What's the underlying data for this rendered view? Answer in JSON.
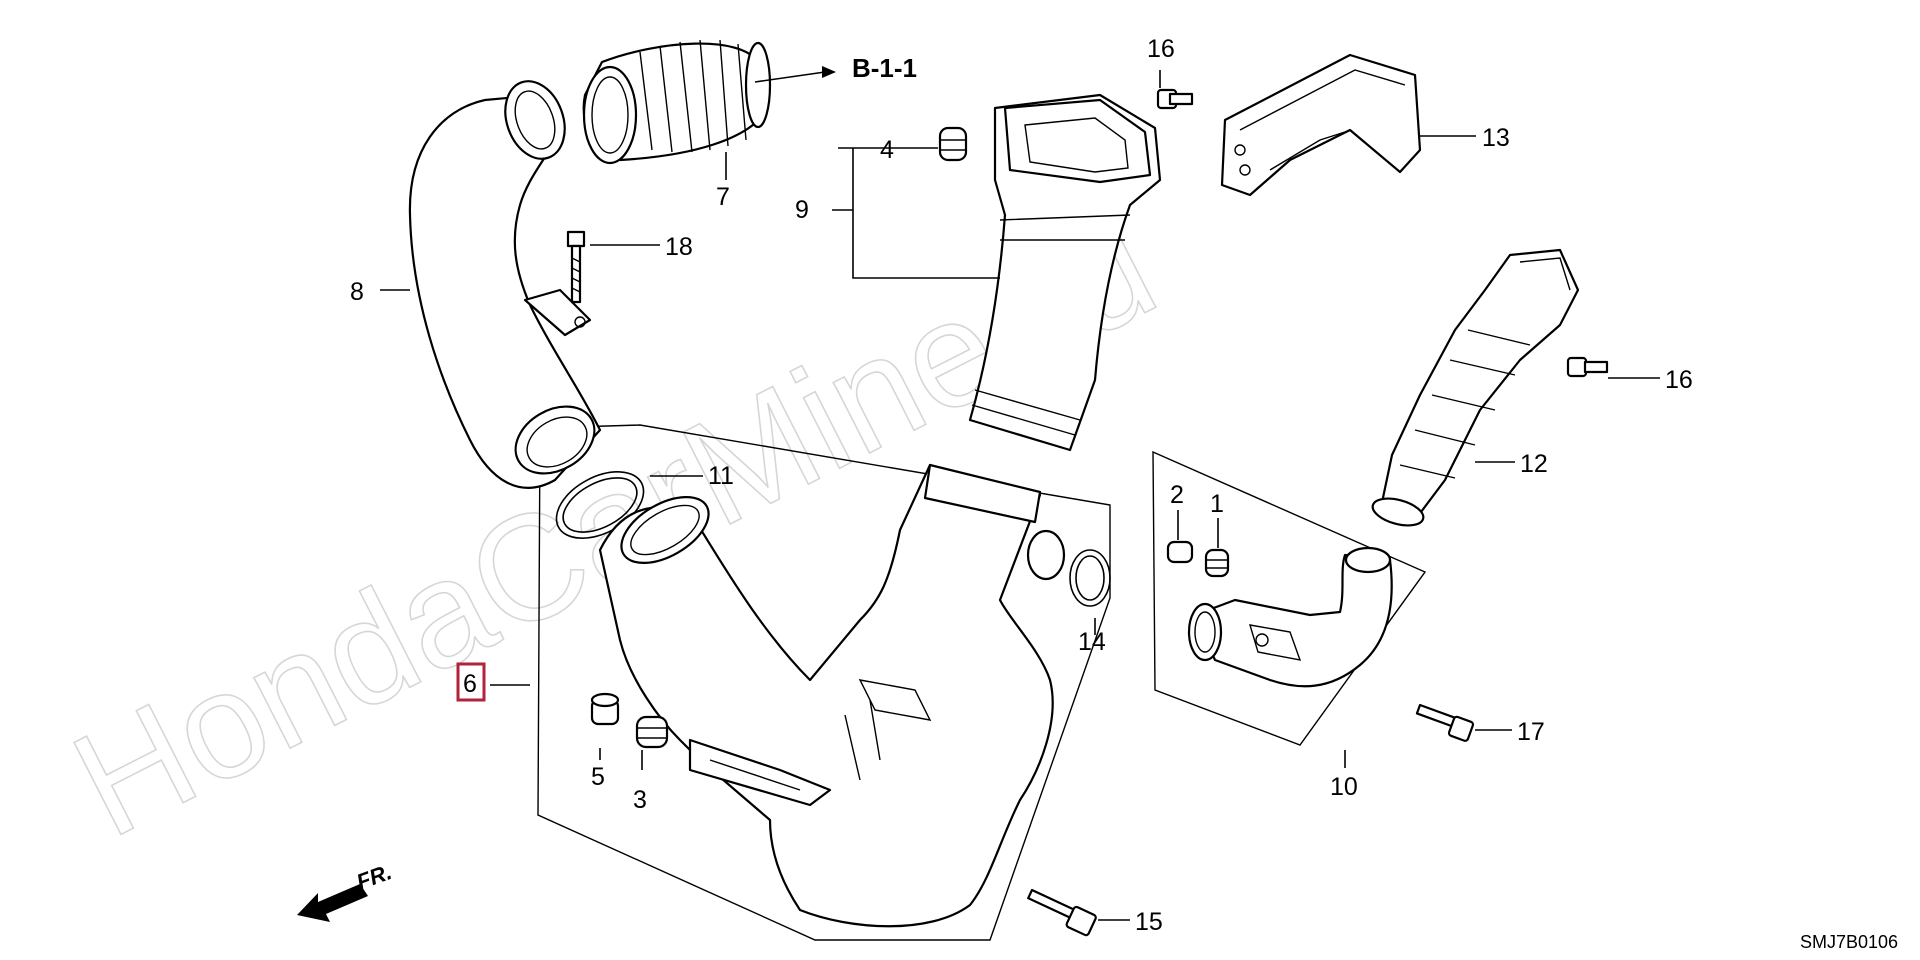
{
  "watermark": "HondaCarMine.ru",
  "diagram_code": "SMJ7B0106",
  "reference_label": "B-1-1",
  "front_label": "FR.",
  "callouts": {
    "c1": "1",
    "c2": "2",
    "c3": "3",
    "c4": "4",
    "c5": "5",
    "c6": "6",
    "c7": "7",
    "c8": "8",
    "c9": "9",
    "c10": "10",
    "c11": "11",
    "c12": "12",
    "c13": "13",
    "c14": "14",
    "c15": "15",
    "c16a": "16",
    "c16b": "16",
    "c17": "17",
    "c18": "18"
  },
  "highlight_color": "#b0233a"
}
